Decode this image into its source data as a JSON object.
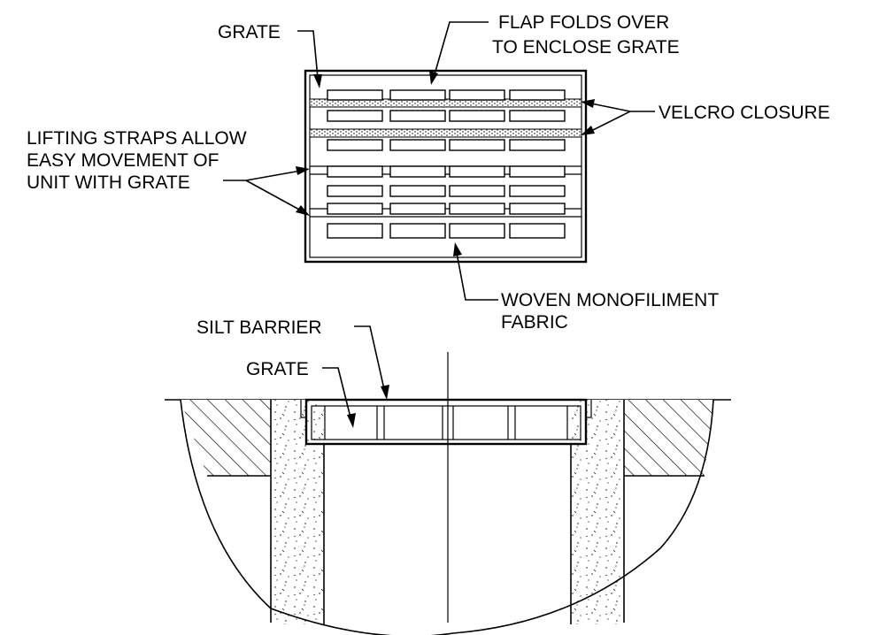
{
  "labels": {
    "grate_plan": "GRATE",
    "flap_line1": "FLAP FOLDS OVER",
    "flap_line2": "TO ENCLOSE GRATE",
    "velcro": "VELCRO CLOSURE",
    "lifting_line1": "LIFTING STRAPS ALLOW",
    "lifting_line2": "EASY MOVEMENT OF",
    "lifting_line3": "UNIT WITH GRATE",
    "woven_line1": "WOVEN MONOFILIMENT",
    "woven_line2": "FABRIC",
    "silt_barrier": "SILT BARRIER",
    "grate_section": "GRATE"
  }
}
